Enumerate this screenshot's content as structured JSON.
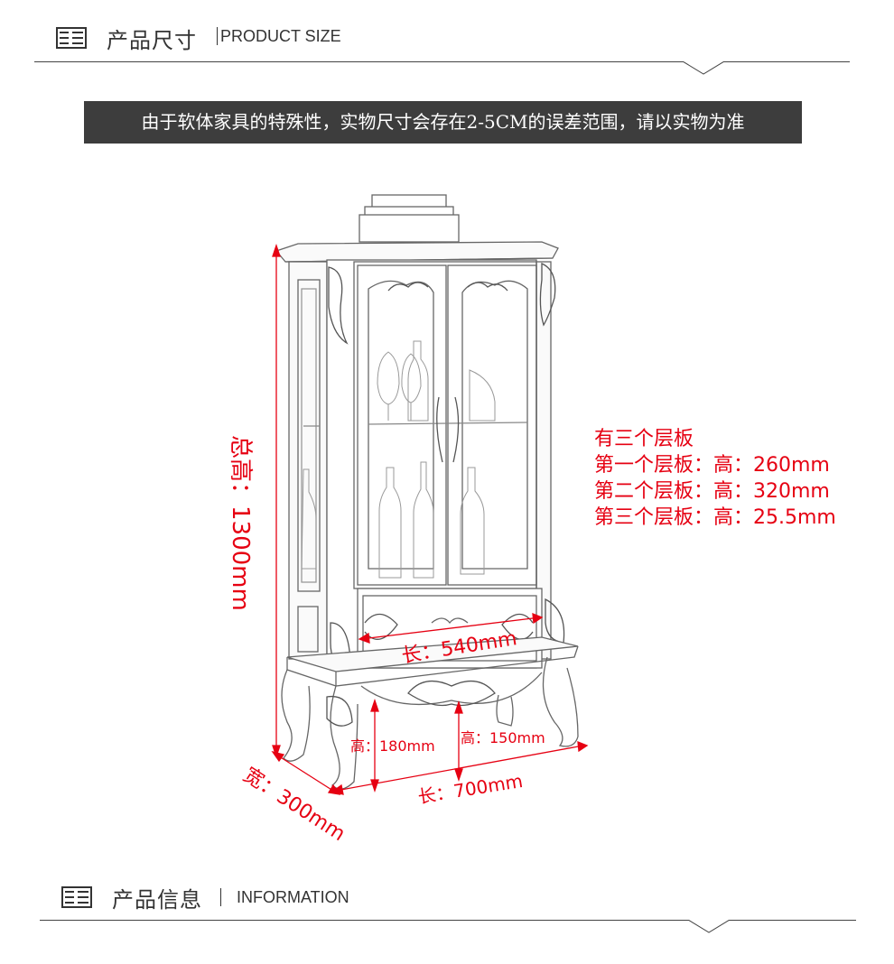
{
  "header": {
    "title": "产品尺寸",
    "subtitle": "PRODUCT SIZE"
  },
  "notice": "由于软体家具的特殊性，实物尺寸会存在2-5CM的误差范围，请以实物为准",
  "dimensions": {
    "total_height": "总高：1300mm",
    "inner_length": "长：540mm",
    "leg_height_1": "高：180mm",
    "leg_height_2": "高：150mm",
    "length": "长：700mm",
    "width": "宽：300mm"
  },
  "shelves": {
    "intro": "有三个层板",
    "items": [
      "第一个层板：高：260mm",
      "第二个层板：高：320mm",
      "第三个层板：高：25.5mm"
    ]
  },
  "footer": {
    "title": "产品信息",
    "subtitle": "INFORMATION"
  },
  "colors": {
    "accent": "#e60012",
    "banner": "#3d3d3d",
    "text": "#333333"
  },
  "icons": [
    "menu-lines-icon",
    "chevron-down-icon"
  ]
}
